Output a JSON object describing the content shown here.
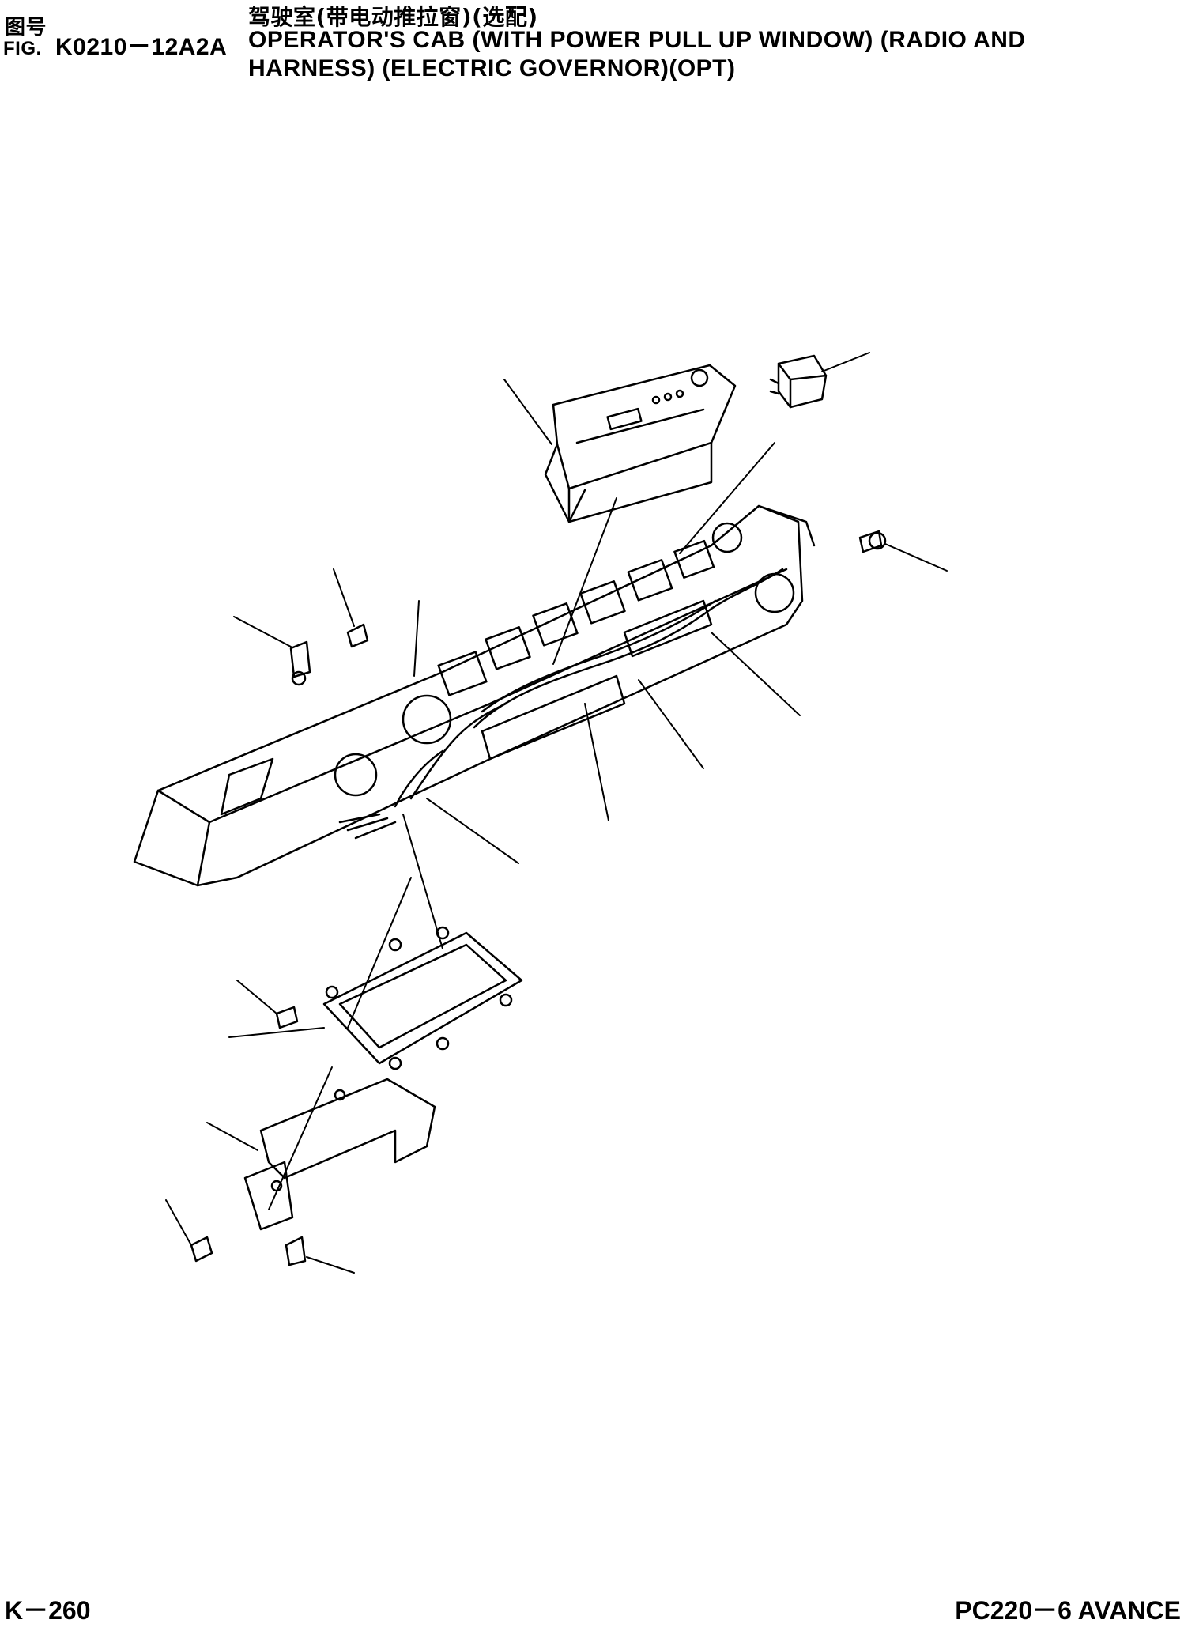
{
  "header": {
    "fig_cn_label": "图号",
    "fig_en_label": "FIG.",
    "fig_number": "K0210－12A2A",
    "title_cn": "驾驶室(带电动推拉窗)(选配)",
    "title_en_line1": "OPERATOR'S CAB (WITH POWER PULL UP WINDOW) (RADIO AND",
    "title_en_line2": "HARNESS) (ELECTRIC GOVERNOR)(OPT)"
  },
  "footer": {
    "page_number": "K－260",
    "model": "PC220－6 AVANCE"
  },
  "icons": [
    "radio-unit-icon",
    "relay-icon",
    "console-panel-icon",
    "wiring-harness-icon",
    "bolt-icon",
    "cover-plate-icon",
    "bracket-icon"
  ]
}
